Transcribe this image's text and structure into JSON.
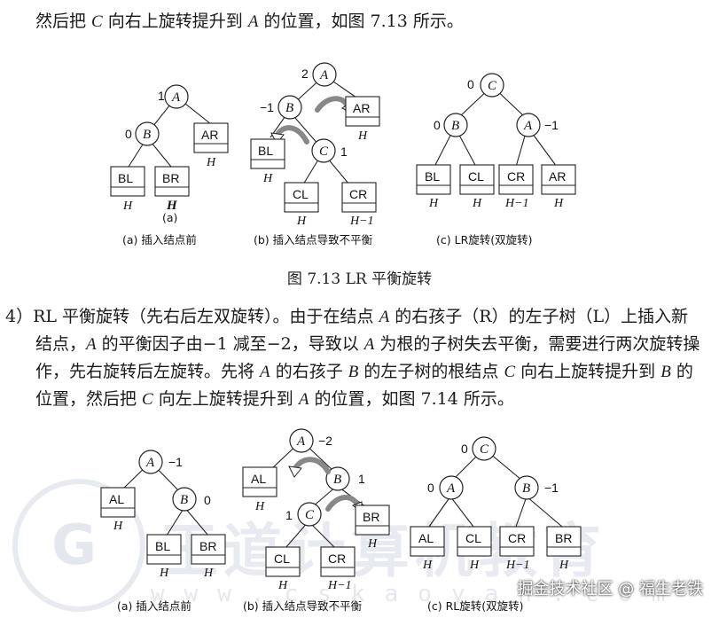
{
  "paragraph_top": {
    "l1_a": "然后把 ",
    "l1_C": "C",
    "l1_b": " 向右上旋转提升到 ",
    "l1_A": "A",
    "l1_c": " 的位置，如图 7.13 所示。"
  },
  "figure_713": {
    "caption": "图 7.13    LR 平衡旋转",
    "sub_a_label": "(a)",
    "sub_a": "(a) 插入结点前",
    "sub_b": "(b) 插入结点导致不平衡",
    "sub_c": "(c) LR旋转(双旋转)",
    "a_nodes": {
      "A": "A",
      "B": "B"
    },
    "a_bal": {
      "A": "1",
      "B": "0"
    },
    "a_boxes": {
      "AR": "AR",
      "BL": "BL",
      "BR": "BR"
    },
    "a_heights": {
      "AR": "H",
      "BL": "H",
      "BR": "H"
    },
    "b_nodes": {
      "A": "A",
      "B": "B",
      "C": "C"
    },
    "b_bal": {
      "A": "2",
      "B": "−1",
      "C": "1"
    },
    "b_boxes": {
      "AR": "AR",
      "BL": "BL",
      "CL": "CL",
      "CR": "CR"
    },
    "b_heights": {
      "AR": "H",
      "BL": "H",
      "CL": "H",
      "CR": "H−1"
    },
    "c_nodes": {
      "C": "C",
      "B": "B",
      "A": "A"
    },
    "c_bal": {
      "C": "0",
      "B": "0",
      "A": "−1"
    },
    "c_boxes": {
      "BL": "BL",
      "CL": "CL",
      "CR": "CR",
      "AR": "AR"
    },
    "c_heights": {
      "BL": "H",
      "CL": "H",
      "CR": "H−1",
      "AR": "H"
    }
  },
  "paragraph_rl": {
    "l1_a": "4）RL 平衡旋转（先右后左双旋转）。由于在结点 ",
    "l1_A": "A",
    "l1_b": " 的右孩子（R）的左子树（L）上插入新",
    "l2_a": "结点，",
    "l2_A": "A",
    "l2_b": " 的平衡因子由−1 减至−2，导致以 ",
    "l2_A2": "A",
    "l2_c": " 为根的子树失去平衡，需要进行两次旋转操",
    "l3_a": "作，先右旋转后左旋转。先将 ",
    "l3_A": "A",
    "l3_b": " 的右孩子 ",
    "l3_B": "B",
    "l3_c": " 的左子树的根结点 ",
    "l3_C": "C",
    "l3_d": " 向右上旋转提升到 ",
    "l3_B2": "B",
    "l3_e": " 的",
    "l4_a": "位置，然后把 ",
    "l4_C": "C",
    "l4_b": " 向左上旋转提升到 ",
    "l4_A": "A",
    "l4_c": " 的位置，如图 7.14 所示。"
  },
  "figure_714": {
    "sub_a": "(a) 插入结点前",
    "sub_b": "(b) 插入结点导致不平衡",
    "sub_c": "(c) RL旋转(双旋转)",
    "a_nodes": {
      "A": "A",
      "B": "B"
    },
    "a_bal": {
      "A": "−1",
      "B": "0"
    },
    "a_boxes": {
      "AL": "AL",
      "BL": "BL",
      "BR": "BR"
    },
    "a_heights": {
      "AL": "H",
      "BL": "H",
      "BR": "H"
    },
    "b_nodes": {
      "A": "A",
      "B": "B",
      "C": "C"
    },
    "b_bal": {
      "A": "−2",
      "B": "1",
      "C": "1"
    },
    "b_boxes": {
      "AL": "AL",
      "BR": "BR",
      "CL": "CL",
      "CR": "CR"
    },
    "b_heights": {
      "AL": "H",
      "BR": "H",
      "CL": "H",
      "CR": "H−1"
    },
    "c_nodes": {
      "C": "C",
      "A": "A",
      "B": "B"
    },
    "c_bal": {
      "C": "0",
      "A": "0",
      "B": "−1"
    },
    "c_boxes": {
      "AL": "AL",
      "CL": "CL",
      "CR": "CR",
      "BR": "BR"
    },
    "c_heights": {
      "AL": "H",
      "CL": "H",
      "CR": "H−1",
      "BR": "H"
    }
  },
  "watermark": {
    "brand": "王道计算机教育",
    "url": "www.cskaoyan.com",
    "logo": "G"
  },
  "credit": "掘金技术社区 @ 福生老铁"
}
